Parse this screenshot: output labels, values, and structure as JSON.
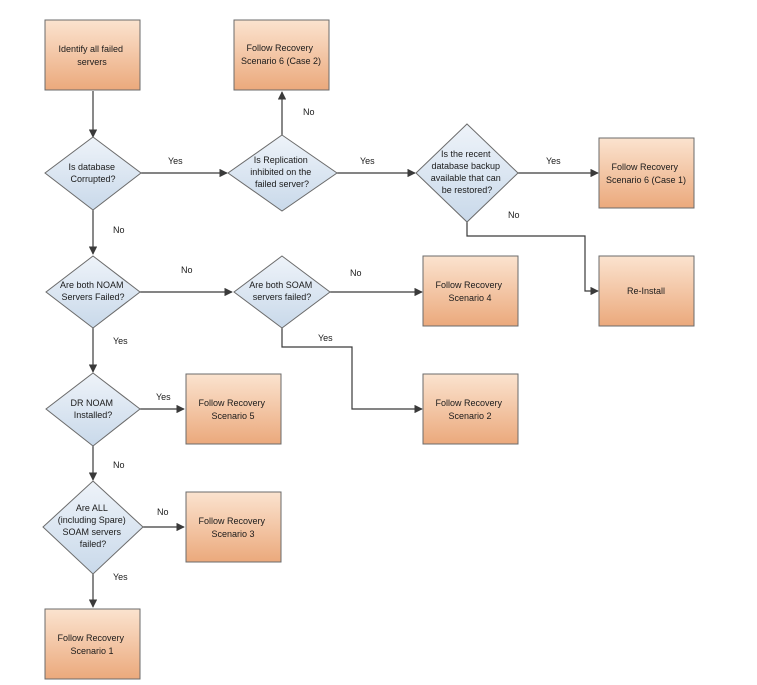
{
  "colors": {
    "process_top": "#fbe3cf",
    "process_bottom": "#eba97c",
    "decision_top": "#eef3f9",
    "decision_bottom": "#c9d9ea",
    "line": "#3a3a3a"
  },
  "nodes": {
    "identify": [
      "Identify all failed",
      "servers"
    ],
    "db_corrupted": [
      "Is database",
      "Corrupted?"
    ],
    "replication": [
      "Is Replication",
      "inhibited on the",
      "failed server?"
    ],
    "backup": [
      "Is the recent",
      "database backup",
      "available that can",
      "be restored?"
    ],
    "scenario6_case2": [
      "Follow Recovery",
      "Scenario 6 (Case 2)"
    ],
    "scenario6_case1": [
      "Follow Recovery",
      "Scenario 6 (Case 1)"
    ],
    "reinstall": [
      "Re-Install"
    ],
    "both_noam": [
      "Are both NOAM",
      "Servers Failed?"
    ],
    "both_soam": [
      "Are both SOAM",
      "servers failed?"
    ],
    "scenario4": [
      "Follow Recovery",
      "Scenario 4"
    ],
    "scenario2": [
      "Follow Recovery",
      "Scenario 2"
    ],
    "dr_noam": [
      "DR NOAM",
      "Installed?"
    ],
    "scenario5": [
      "Follow Recovery",
      "Scenario 5"
    ],
    "all_soam": [
      "Are ALL",
      "(including Spare)",
      "SOAM servers",
      "failed?"
    ],
    "scenario3": [
      "Follow Recovery",
      "Scenario 3"
    ],
    "scenario1": [
      "Follow Recovery",
      "Scenario 1"
    ]
  },
  "edge_labels": {
    "db_yes": "Yes",
    "db_no": "No",
    "repl_yes": "Yes",
    "repl_no": "No",
    "backup_yes": "Yes",
    "backup_no": "No",
    "noam_no": "No",
    "noam_yes": "Yes",
    "soam_no": "No",
    "soam_yes": "Yes",
    "dr_yes": "Yes",
    "dr_no": "No",
    "all_no": "No",
    "all_yes": "Yes"
  }
}
